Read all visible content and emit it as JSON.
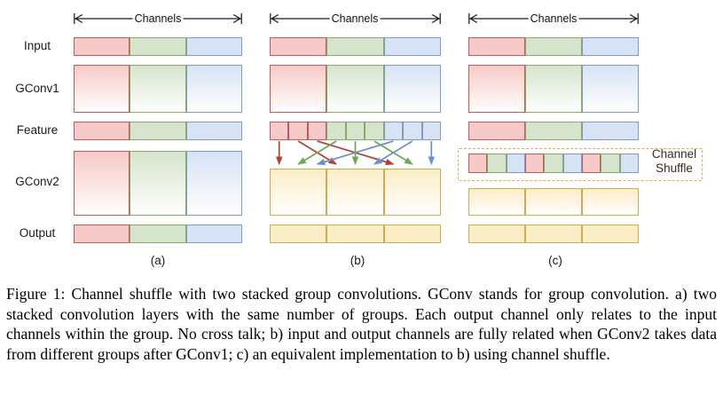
{
  "figure": {
    "channels_label": "Channels",
    "row_labels": [
      "Input",
      "GConv1",
      "Feature",
      "GConv2",
      "Output"
    ],
    "channel_shuffle_label": "Channel Shuffle",
    "palette": {
      "red": {
        "fill": "#f6cac8",
        "border": "#bd5b56",
        "arrow": "#ad4339"
      },
      "green": {
        "fill": "#d6e4cd",
        "border": "#85ac62",
        "arrow": "#6fa653"
      },
      "blue": {
        "fill": "#d7e3f5",
        "border": "#8099c8",
        "arrow": "#6d8fd0"
      },
      "yellow": {
        "fill": "#fbeec6",
        "border": "#cfaa55"
      }
    },
    "dashed_box_color": "#e0ad4e",
    "shuffle_text_color": "#3a2a22",
    "axis_color": "#1a1a1a",
    "panels": [
      {
        "id": "a",
        "label": "(a)",
        "rows": {
          "input": [
            "red",
            "green",
            "blue"
          ],
          "gconv1": [
            "red",
            "green",
            "blue"
          ],
          "feature": [
            "red",
            "green",
            "blue"
          ],
          "gconv2": [
            "red",
            "green",
            "blue"
          ],
          "output": [
            "red",
            "green",
            "blue"
          ]
        }
      },
      {
        "id": "b",
        "label": "(b)",
        "rows": {
          "input": [
            "red",
            "green",
            "blue"
          ],
          "gconv1": [
            "red",
            "green",
            "blue"
          ],
          "feature": [
            "red",
            "red",
            "red",
            "green",
            "green",
            "green",
            "blue",
            "blue",
            "blue"
          ],
          "gconv2": [
            "yellow",
            "yellow",
            "yellow"
          ],
          "output": [
            "yellow",
            "yellow",
            "yellow"
          ]
        },
        "crossing_arrows": [
          [
            0,
            0
          ],
          [
            1,
            1
          ],
          [
            2,
            2
          ],
          [
            3,
            0
          ],
          [
            4,
            1
          ],
          [
            5,
            2
          ],
          [
            6,
            0
          ],
          [
            7,
            1
          ],
          [
            8,
            2
          ]
        ]
      },
      {
        "id": "c",
        "label": "(c)",
        "rows": {
          "input": [
            "red",
            "green",
            "blue"
          ],
          "gconv1": [
            "red",
            "green",
            "blue"
          ],
          "feature": [
            "red",
            "green",
            "blue"
          ],
          "shuffle": [
            "red",
            "green",
            "blue",
            "red",
            "green",
            "blue",
            "red",
            "green",
            "blue"
          ],
          "gconv2": [
            "yellow",
            "yellow",
            "yellow"
          ],
          "output": [
            "yellow",
            "yellow",
            "yellow"
          ]
        }
      }
    ]
  },
  "caption": {
    "text": "Figure 1: Channel shuffle with two stacked group convolutions. GConv stands for group convolution. a) two stacked convolution layers with the same number of groups. Each output channel only relates to the input channels within the group. No cross talk; b) input and output channels are fully related when GConv2 takes data from different groups after GConv1; c) an equivalent implementation to b) using channel shuffle."
  }
}
